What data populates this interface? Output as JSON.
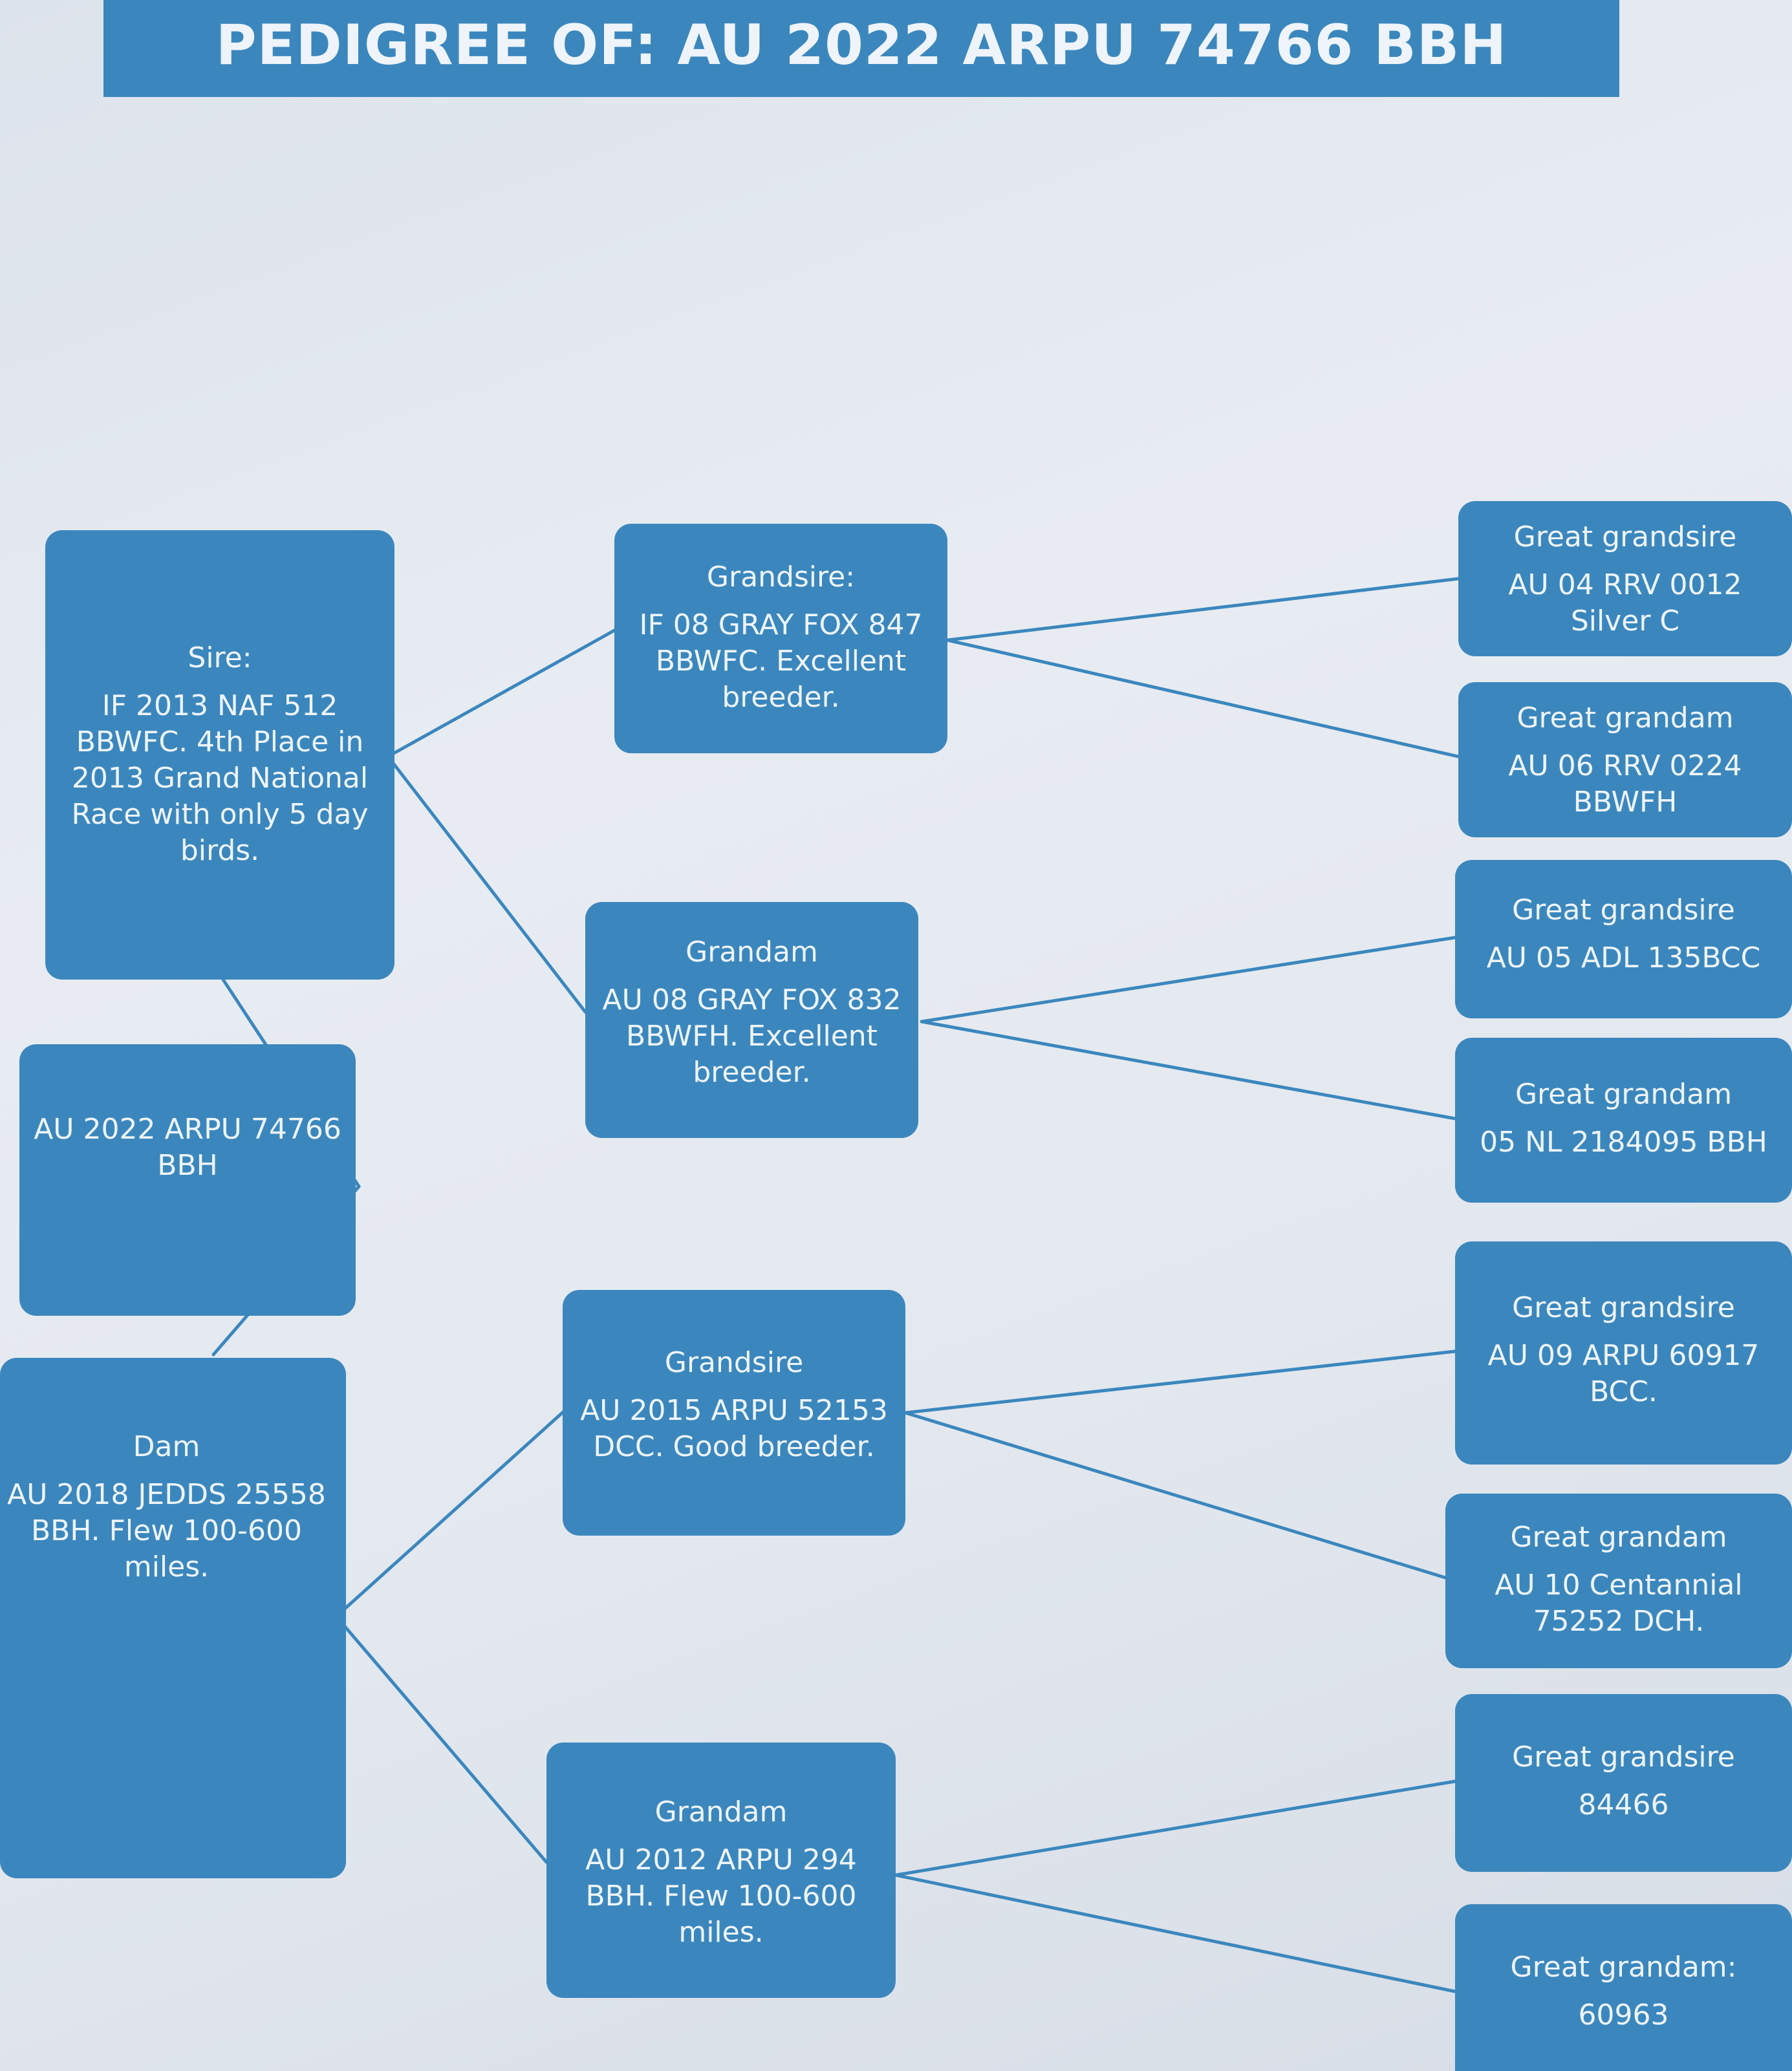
{
  "title": "PEDIGREE OF: AU 2022 ARPU 74766 BBH",
  "colors": {
    "box": "#3b87bd",
    "text": "#eef4f9",
    "line": "#3b87bd"
  },
  "subject": {
    "id": "AU 2022 ARPU 74766 BBH"
  },
  "sire": {
    "label": "Sire:",
    "text": "IF 2013 NAF 512 BBWFC. 4th Place in 2013 Grand National Race with only 5 day birds."
  },
  "dam": {
    "label": "Dam",
    "text": "AU 2018 JEDDS 25558 BBH. Flew 100-600 miles."
  },
  "sire_grandsire": {
    "label": "Grandsire:",
    "text": "IF 08 GRAY FOX 847 BBWFC. Excellent breeder."
  },
  "sire_grandam": {
    "label": "Grandam",
    "text": "AU 08 GRAY FOX 832 BBWFH. Excellent breeder."
  },
  "dam_grandsire": {
    "label": "Grandsire",
    "text": "AU 2015 ARPU 52153 DCC. Good breeder."
  },
  "dam_grandam": {
    "label": "Grandam",
    "text": "AU 2012 ARPU 294 BBH. Flew 100-600 miles."
  },
  "great": [
    {
      "label": "Great grandsire",
      "text": "AU 04 RRV 0012 Silver C"
    },
    {
      "label": "Great grandam",
      "text": "AU 06 RRV 0224 BBWFH"
    },
    {
      "label": "Great grandsire",
      "text": "AU 05 ADL 135BCC"
    },
    {
      "label": "Great grandam",
      "text": "05 NL 2184095 BBH"
    },
    {
      "label": "Great grandsire",
      "text": "AU 09 ARPU 60917 BCC."
    },
    {
      "label": "Great grandam",
      "text": "AU 10 Centannial 75252 DCH."
    },
    {
      "label": "Great grandsire",
      "text": "84466"
    },
    {
      "label": "Great grandam:",
      "text": "60963"
    }
  ]
}
